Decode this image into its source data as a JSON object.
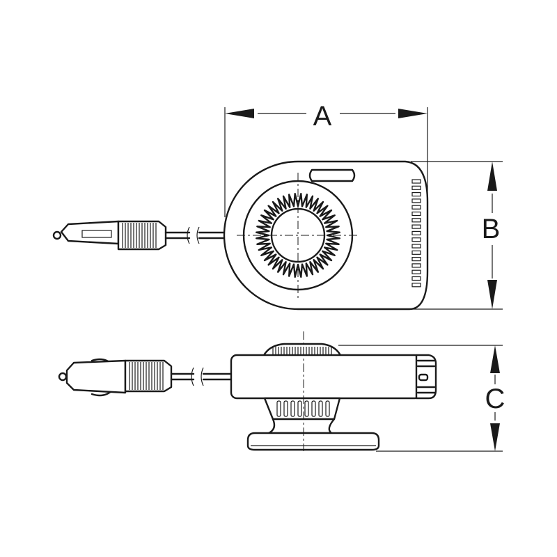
{
  "dimensions": {
    "a": {
      "label": "A"
    },
    "b": {
      "label": "B"
    },
    "c": {
      "label": "C"
    }
  },
  "colors": {
    "line": "#1a1a1a",
    "background": "#ffffff"
  }
}
